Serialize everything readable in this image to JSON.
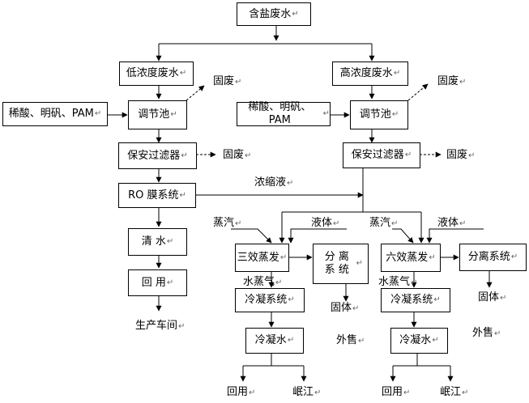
{
  "nodes": {
    "source": "含盐废水",
    "low_conc": "低浓度废水",
    "high_conc": "高浓度废水",
    "reagents_left": "稀酸、明矾、PAM",
    "reagents_right": "稀酸、明矾、PAM",
    "tank_left": "调节池",
    "tank_right": "调节池",
    "filter_left": "保安过滤器",
    "filter_right": "保安过滤器",
    "ro": "RO 膜系统",
    "clear_water": "清  水",
    "reuse_box": "回    用",
    "evap3": "三效蒸发",
    "sep_left": "分 离 系 统",
    "evap6": "六效蒸发",
    "sep_right": "分离系统",
    "cond_sys_left": "冷凝系统",
    "cond_sys_right": "冷凝系统",
    "cond_water_left": "冷凝水",
    "cond_water_right": "冷凝水"
  },
  "labels": {
    "solid_waste_1": "固废",
    "solid_waste_2": "固废",
    "solid_waste_3": "固废",
    "solid_waste_4": "固废",
    "concentrate": "浓缩液",
    "steam_left": "蒸汽",
    "liquid_left": "液体",
    "steam_right": "蒸汽",
    "liquid_right": "液体",
    "vapor_left": "水蒸气",
    "vapor_right": "水蒸气",
    "solid_left": "固体",
    "solid_right": "固体",
    "sale_left": "外售",
    "sale_right": "外售",
    "workshop": "生产车间",
    "reuse_left": "回用",
    "river_left": "岷江",
    "reuse_right": "回用",
    "river_right": "岷江"
  }
}
